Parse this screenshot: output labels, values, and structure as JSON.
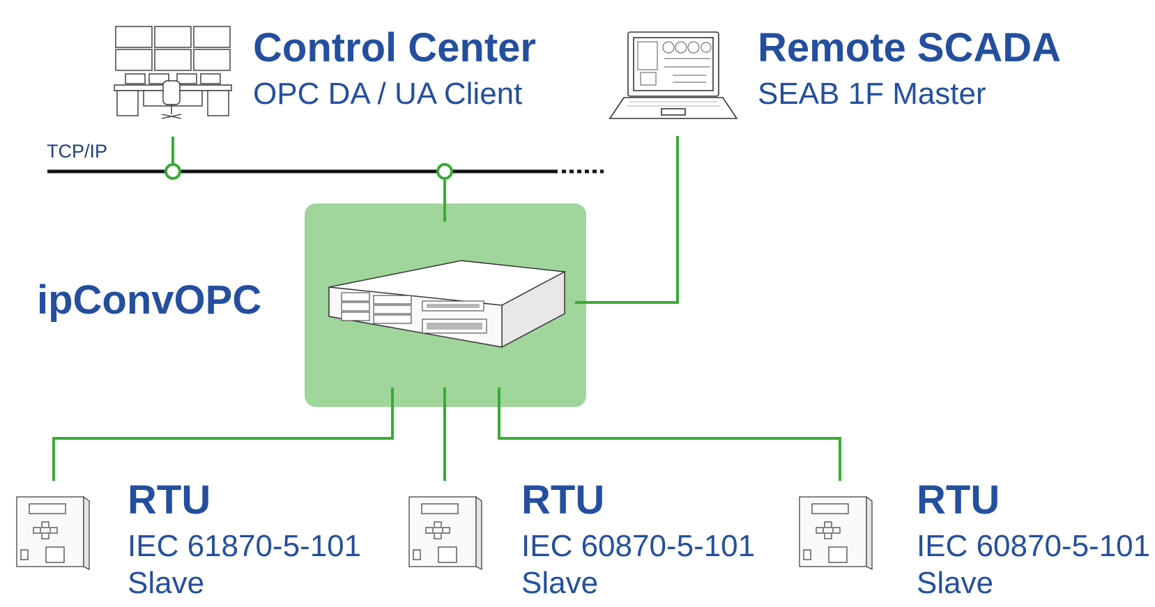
{
  "network": {
    "label": "TCP/IP"
  },
  "control_center": {
    "title": "Control Center",
    "subtitle": "OPC DA / UA Client",
    "icon": "control-room-icon"
  },
  "remote_scada": {
    "title": "Remote SCADA",
    "subtitle": "SEAB 1F Master",
    "icon": "laptop-icon"
  },
  "gateway": {
    "title": "ipConvOPC",
    "icon": "rack-server-icon"
  },
  "rtus": [
    {
      "title": "RTU",
      "protocol": "IEC 61870-5-101",
      "role": "Slave",
      "icon": "rtu-device-icon"
    },
    {
      "title": "RTU",
      "protocol": "IEC 60870-5-101",
      "role": "Slave",
      "icon": "rtu-device-icon"
    },
    {
      "title": "RTU",
      "protocol": "IEC 60870-5-101",
      "role": "Slave",
      "icon": "rtu-device-icon"
    }
  ],
  "colors": {
    "text": "#244f9e",
    "link": "#3aaa35",
    "box": "#a0d59c",
    "bus": "#111111"
  }
}
